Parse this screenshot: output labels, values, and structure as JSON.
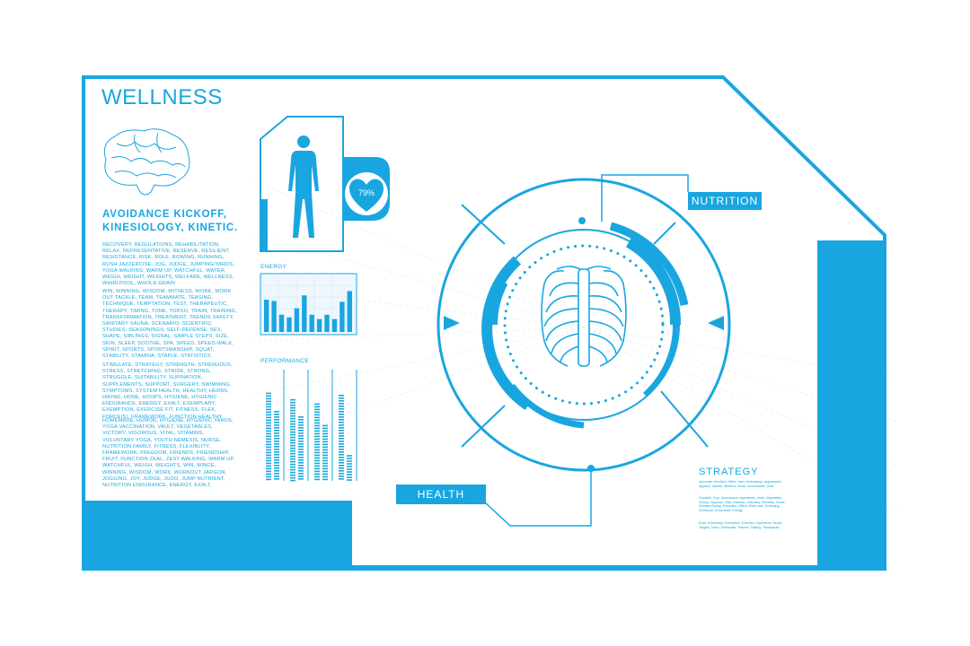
{
  "header": {
    "title": "WELLNESS"
  },
  "summary": {
    "heading": "AVOIDANCE KICKOFF, KINESIOLOGY, KINETIC."
  },
  "paragraphs": [
    "RECOVERY, REGULATIONS, REHABILITATION, RELAX, REPRESENTATIVE, RESERVE, RESILIENT, RESISTANCE, RISK, ROLE, ROWING, RUNNING, RUSH JAZZERCISE, JOG, JUDGE, JUMPING/YARDS, YOGA WALKING, WARM UP, WATCHFUL, WATER, WEIGH, WEIGHT, WEIGHTS, WELFARE, WELLNESS, WHIRLPOOL, WHOLE-GRAIN",
    "WIN, WINNING, WISDOM, WITNESS, WORK, WORK OUT TACKLE, TEAM, TEAMMATE, TEASING, TECHNIQUE, TEMPTATION, TEST, THERAPEUTIC, THERAPY, TIMING, TONE, TORSO, TRAIN, TRAINING, TRANSFORMATION, TREATMENT, TRENDS SAFETY, SANITARY SAUNA, SCENARIO, SCIENTIFIC STUDIES, SEASONINGS, SELF-DEFENSE, SEX, SHAPE, SIBLINGS, SIGNAL, SIMPLE STEPS, SIZE, SKIN, SLEEP, SOOTHE, SPA, SPEED, SPEED-WALK, SPIRIT, SPORTS, SPORTSMANSHIP, SQUAT, STABILITY, STAMINA, STAPLE, STATISTICS",
    "STIMULATE, STRATEGY, STRENGTH, STRENUOUS, STRESS, STRETCHING, STRIDE, STRONG, STRUGGLE, SUITABILITY, SUPINATION, SUPPLEMENTS, SUPPORT, SURGERY, SWIMMING, SYMPTOMS, SYSTEM HEALTH, HEALTHY, HERBS, HIKING, HONE, HOOPS, HYGIENE, HYGIENIC ENDURANCE, ENERGY, EXALT, EXEMPLARY, EXEMPTION, EXERCISE FIT, FITNESS, FLEX, FORCE(S), FRAMEWORK, FUNCTION HEALTHY",
    "HOMEMADE, HUMOR, HYGIENE, HYGIENIC,YARDS, YOGA VACCINATION, VAULT, VEGETABLES, VICTORY, VIGOROUS, VITAL, VITAMINS, VOLUNTARY YOGA, YOUTH NEMESIS, NURSE, NUTRITION FAMILY, FITNESS, FLEXIBLITY, FRAMEWORK, FREEDOM, FRIENDS, FRIENDSHIP, FRUIT, FUNCTION ZEAL, ZEST WALKING, WARM UP, WATCHFUL, WEIGH, WEIGHTS, WIN, WINCE, WINNING, WISDOM, WORK, WORKOUT JARGON, JOGGING, JOY, JUDGE, JUDO, JUMP NUTRIENT, NUTRITION ENDURANCE, ENERGY, EXALT,"
  ],
  "heart_badge": {
    "percent": "79%"
  },
  "energy": {
    "label": "ENERGY",
    "bars": [
      0.75,
      0.72,
      0.4,
      0.34,
      0.55,
      0.85,
      0.4,
      0.3,
      0.4,
      0.3,
      0.7,
      0.95
    ]
  },
  "performance": {
    "label": "PERFORMANCE",
    "columns": [
      {
        "a": 0.82,
        "b": 0.65
      },
      {
        "a": 0.76,
        "b": 0.6
      },
      {
        "a": 0.72,
        "b": 0.52
      },
      {
        "a": 0.8,
        "b": 0.24
      }
    ]
  },
  "tags": {
    "nutrition": "NUTRITION",
    "health": "HEALTH"
  },
  "strategy": {
    "title": "STRATEGY",
    "lines": [
      "Advocate, Aerobics, Affect, Alert, Ambulatory, Appearance, Appetite, Athlete, Athletics, Avoid, accountable, Goal",
      "Goodwill, Grip, Gymnasium Ingrediants, Vault, Vegetables, Victory, Vigorous, Vital, Vitamins, Voluntary, Nemesis, Nurse, Nutrition Eating, Education, Effect, Elder care, Emerging, Emotional, Endurance, Energy",
      "Exalt, Exemplary, Exemption, Exercise, Experience Tackle, Targets, Team, Teammate, Teacher, Tasting, Therapeutic"
    ]
  },
  "colors": {
    "accent": "#19a6e0",
    "background": "#ffffff"
  }
}
